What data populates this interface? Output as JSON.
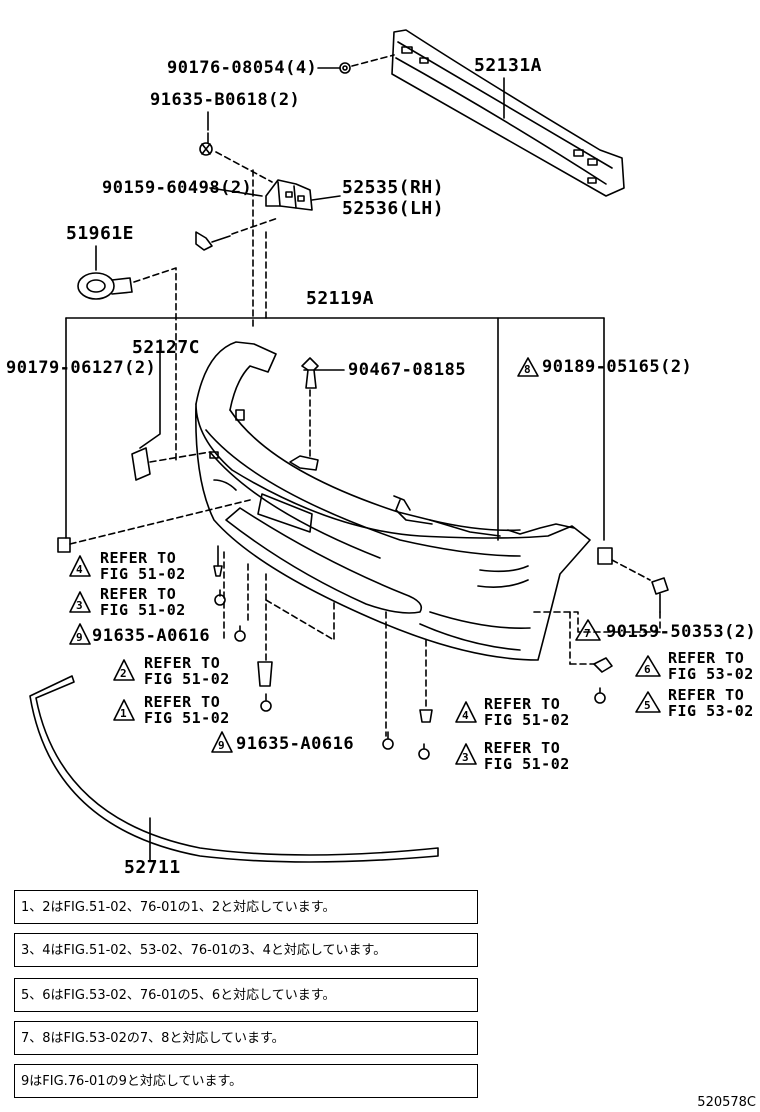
{
  "parts": {
    "p52131A": "52131A",
    "p90176": "90176-08054(4)",
    "p91635B": "91635-B0618(2)",
    "p90159_60498": "90159-60498(2)",
    "p52535": "52535(RH)",
    "p52536": "52536(LH)",
    "p51961E": "51961E",
    "p52119A": "52119A",
    "p52127C": "52127C",
    "p90179": "90179-06127(2)",
    "p90467": "90467-08185",
    "p90189": "90189-05165(2)",
    "p91635A_1": "91635-A0616",
    "p90159_50353": "90159-50353(2)",
    "p91635A_2": "91635-A0616",
    "p52711": "52711"
  },
  "refs": {
    "r4a": {
      "num": "4",
      "line1": "REFER TO",
      "line2": "FIG 51-02"
    },
    "r3a": {
      "num": "3",
      "line1": "REFER TO",
      "line2": "FIG 51-02"
    },
    "r2": {
      "num": "2",
      "line1": "REFER TO",
      "line2": "FIG 51-02"
    },
    "r1": {
      "num": "1",
      "line1": "REFER TO",
      "line2": "FIG 51-02"
    },
    "r6": {
      "num": "6",
      "line1": "REFER TO",
      "line2": "FIG 53-02"
    },
    "r5": {
      "num": "5",
      "line1": "REFER TO",
      "line2": "FIG 53-02"
    },
    "r4b": {
      "num": "4",
      "line1": "REFER TO",
      "line2": "FIG 51-02"
    },
    "r3b": {
      "num": "3",
      "line1": "REFER TO",
      "line2": "FIG 51-02"
    }
  },
  "markers": {
    "m8": "8",
    "m9a": "9",
    "m7": "7",
    "m9b": "9"
  },
  "notes": [
    "1、2はFIG.51-02、76-01の1、2と対応しています。",
    "3、4はFIG.51-02、53-02、76-01の3、4と対応しています。",
    "5、6はFIG.53-02、76-01の5、6と対応しています。",
    "7、8はFIG.53-02の7、8と対応しています。",
    "9はFIG.76-01の9と対応しています。"
  ],
  "figure_id": "520578C"
}
